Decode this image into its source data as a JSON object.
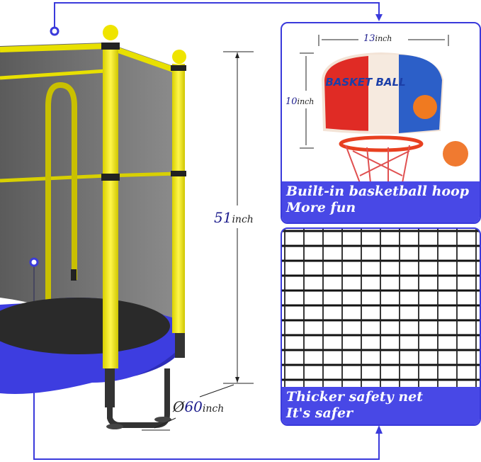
{
  "hoop_panel": {
    "width_label": {
      "value": "13",
      "unit": "inch"
    },
    "height_label": {
      "value": "10",
      "unit": "inch"
    },
    "backboard_text": "BASKET BALL",
    "caption_line1": "Built-in basketball hoop",
    "caption_line2": "More fun"
  },
  "net_panel": {
    "caption_line1": "Thicker safety net",
    "caption_line2": "It's safer"
  },
  "trampoline": {
    "height_label": {
      "value": "51",
      "unit": "inch"
    },
    "diameter_label": {
      "symbol": "Ø",
      "value": "60",
      "unit": "inch"
    }
  },
  "colors": {
    "accent": "#3a3adb",
    "pole": "#f2ea1e",
    "pad": "#3d3de0",
    "net": "#555555"
  }
}
